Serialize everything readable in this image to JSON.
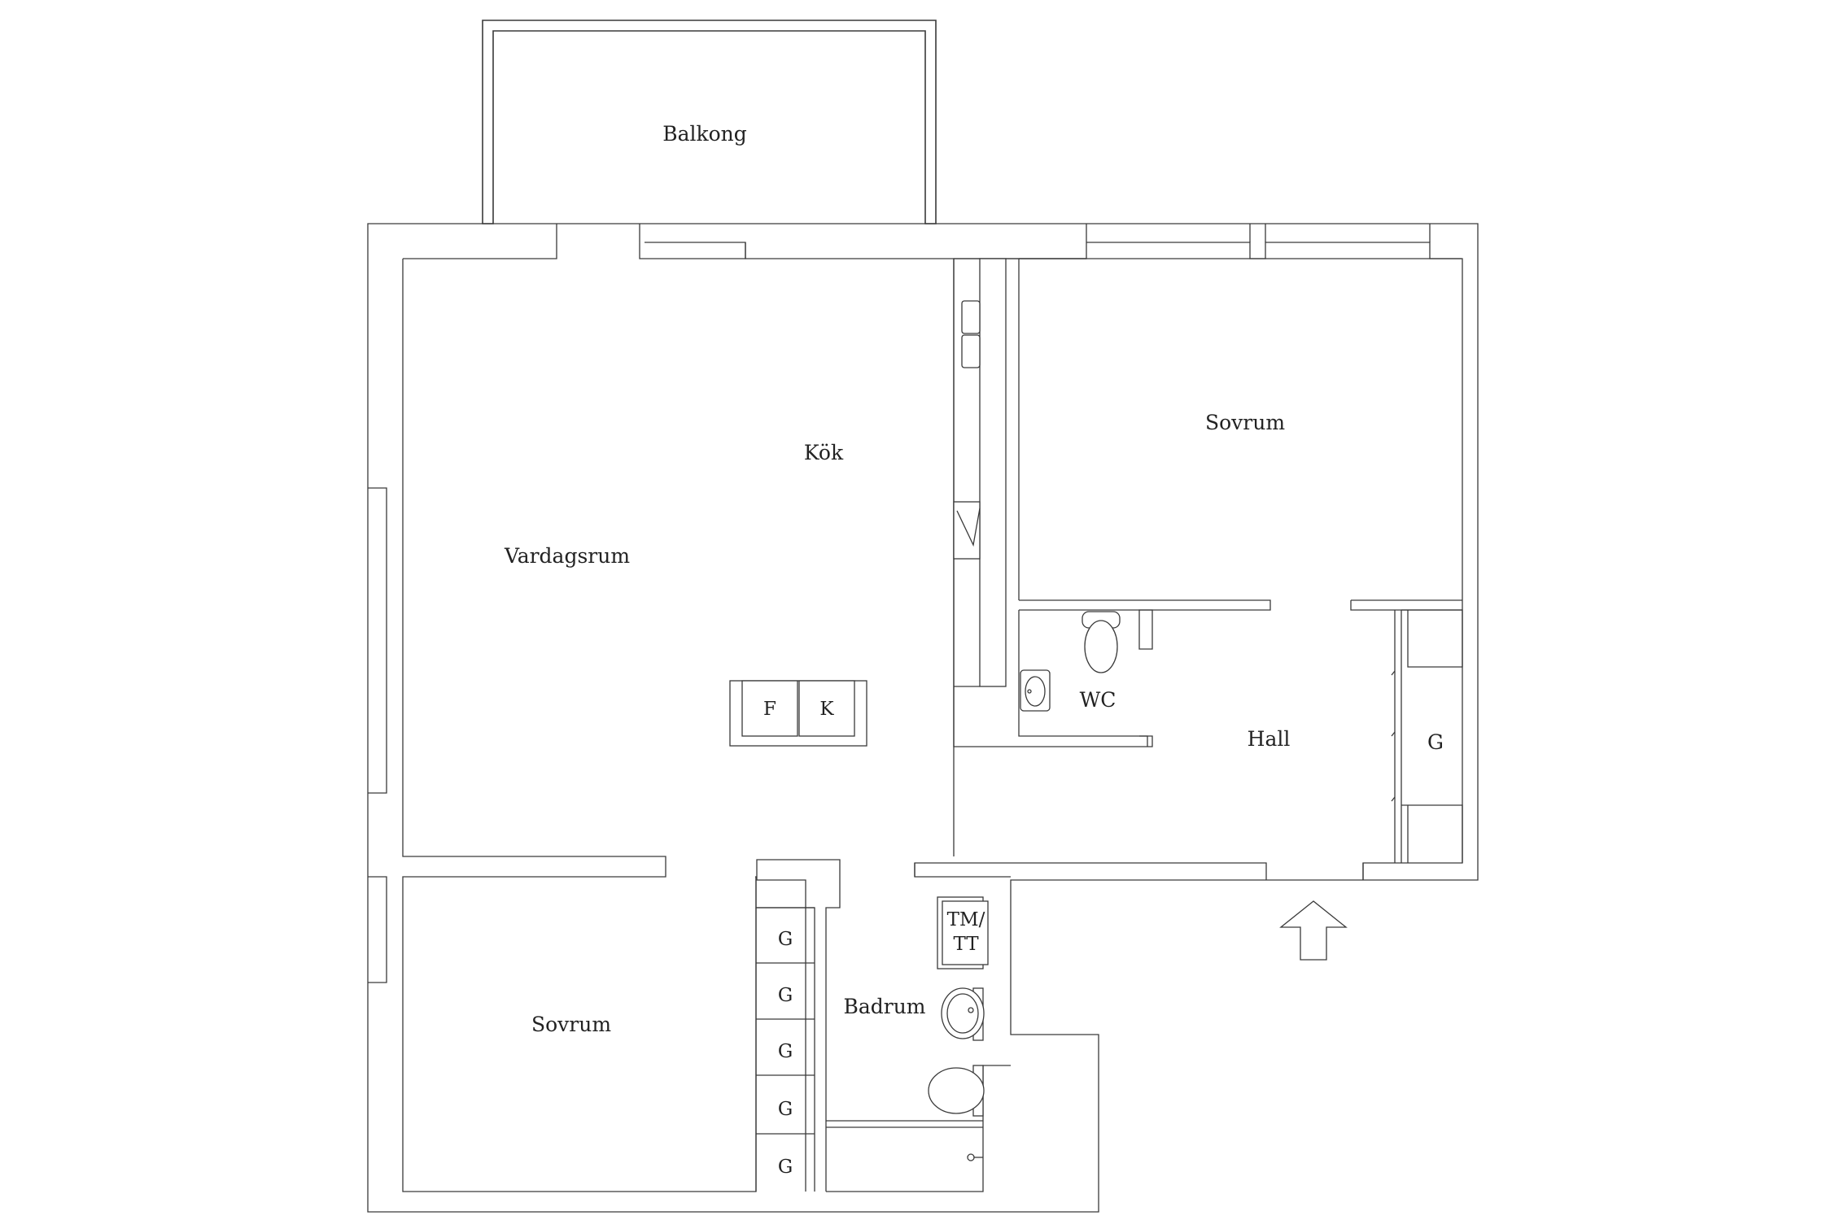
{
  "plan": {
    "rooms": {
      "balcony": "Balkong",
      "kitchen": "Kök",
      "living_room": "Vardagsrum",
      "bedroom_top": "Sovrum",
      "bedroom_bottom": "Sovrum",
      "wc": "WC",
      "hall": "Hall",
      "bathroom": "Badrum"
    },
    "fixtures": {
      "fridge": "F",
      "freezer": "K",
      "washer_top": "TM/",
      "washer_bottom": "TT",
      "wardrobe_hall": "G",
      "wardrobes": [
        "G",
        "G",
        "G",
        "G",
        "G"
      ]
    },
    "icons": [
      "entrance-arrow-icon",
      "toilet-icon",
      "sink-icon",
      "stove-icon",
      "shower-icon"
    ]
  }
}
